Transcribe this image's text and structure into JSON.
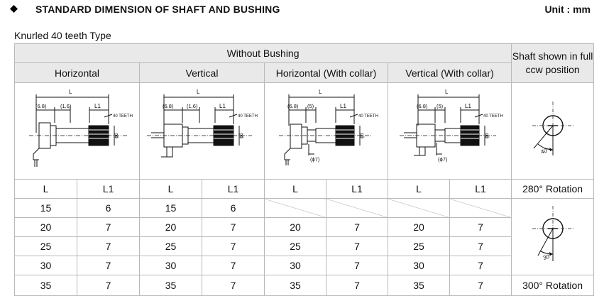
{
  "header": {
    "title": "STANDARD DIMENSION OF SHAFT AND BUSHING",
    "unit": "Unit : mm"
  },
  "subtitle": "Knurled 40 teeth Type",
  "table": {
    "group_header": "Without Bushing",
    "shaft_header": "Shaft shown in full ccw position",
    "columns": [
      "Horizontal",
      "Vertical",
      "Horizontal (With collar)",
      "Vertical (With collar)"
    ],
    "subcolumns": [
      "L",
      "L1"
    ],
    "rotation_280": "280° Rotation",
    "rotation_300": "300° Rotation",
    "rows": [
      [
        "15",
        "6",
        "15",
        "6",
        "",
        "",
        "",
        ""
      ],
      [
        "20",
        "7",
        "20",
        "7",
        "20",
        "7",
        "20",
        "7"
      ],
      [
        "25",
        "7",
        "25",
        "7",
        "25",
        "7",
        "25",
        "7"
      ],
      [
        "30",
        "7",
        "30",
        "7",
        "30",
        "7",
        "30",
        "7"
      ],
      [
        "35",
        "7",
        "35",
        "7",
        "35",
        "7",
        "35",
        "7"
      ]
    ]
  },
  "drawings": {
    "L": "L",
    "L1": "L1",
    "dim_68": "(6.8)",
    "dim_16": "(1.6)",
    "dim_5": "(5)",
    "dim_7": "(ϕ7)",
    "teeth": "40 TEETH",
    "phi6": "ϕ6",
    "angle_40": "40°",
    "angle_30": "30°"
  }
}
